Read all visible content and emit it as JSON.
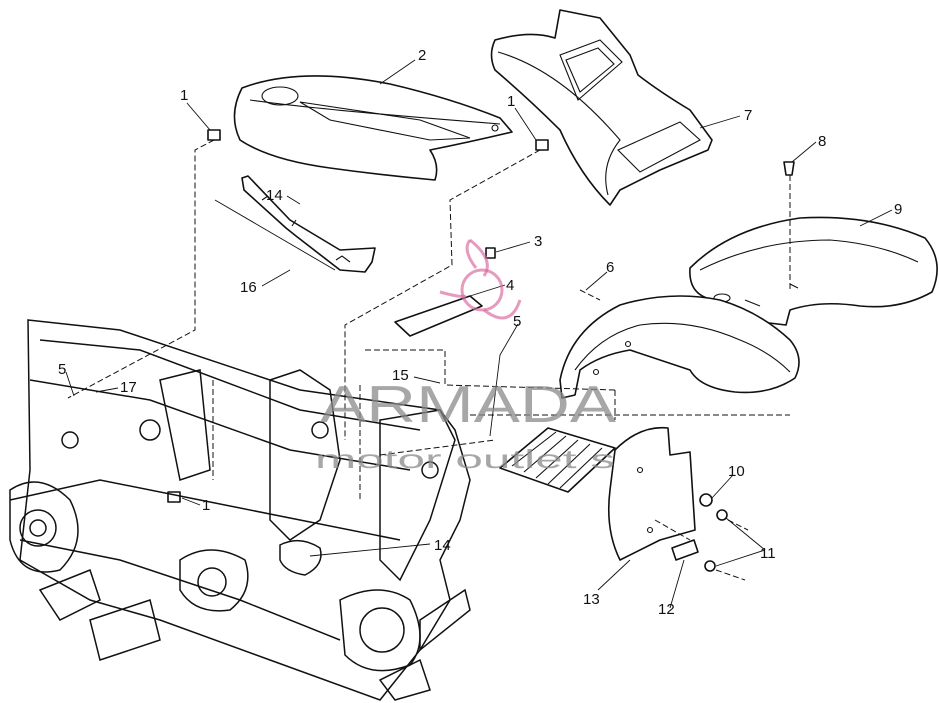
{
  "callouts": [
    {
      "id": "c1a",
      "label": "1"
    },
    {
      "id": "c2",
      "label": "2"
    },
    {
      "id": "c1b",
      "label": "1"
    },
    {
      "id": "c7",
      "label": "7"
    },
    {
      "id": "c8",
      "label": "8"
    },
    {
      "id": "c9",
      "label": "9"
    },
    {
      "id": "c14a",
      "label": "14"
    },
    {
      "id": "c3",
      "label": "3"
    },
    {
      "id": "c16",
      "label": "16"
    },
    {
      "id": "c6",
      "label": "6"
    },
    {
      "id": "c4",
      "label": "4"
    },
    {
      "id": "c5a",
      "label": "5"
    },
    {
      "id": "c5b",
      "label": "5"
    },
    {
      "id": "c17",
      "label": "17"
    },
    {
      "id": "c15",
      "label": "15"
    },
    {
      "id": "c10",
      "label": "10"
    },
    {
      "id": "c1c",
      "label": "1"
    },
    {
      "id": "c14b",
      "label": "14"
    },
    {
      "id": "c11",
      "label": "11"
    },
    {
      "id": "c13",
      "label": "13"
    },
    {
      "id": "c12",
      "label": "12"
    }
  ],
  "watermark": {
    "brand": "ARMADA",
    "tagline": "motor outlet      s",
    "logo_color": "#d9669b"
  }
}
